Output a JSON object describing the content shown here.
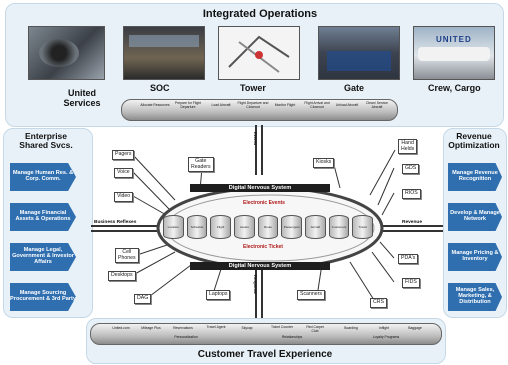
{
  "top_panel": {
    "title": "Integrated Operations",
    "labels": {
      "united_services": "United\nServices",
      "soc": "SOC",
      "tower": "Tower",
      "gate": "Gate",
      "crew_cargo": "Crew, Cargo",
      "united_logo": "UNITED"
    },
    "pipe_items": [
      "Allocate Resources",
      "Prepare for Flight Departure",
      "Load Aircraft",
      "Flight Departure and Closeout",
      "Monitor Flight",
      "Flight Arrival and Closeout",
      "Unload Aircraft",
      "Clean/ Service Aircraft"
    ]
  },
  "left_panel": {
    "title": "Enterprise\nShared Svcs.",
    "items": [
      "Manage Human Res. & Corp. Comm.",
      "Manage Financial Assets & Operations",
      "Manage Legal, Government & Investor Affairs",
      "Manage Sourcing Procurement & 3rd Party"
    ]
  },
  "right_panel": {
    "title": "Revenue\nOptimization",
    "items": [
      "Manage Revenue Recognition",
      "Develop & Manage Network",
      "Manage Pricing & Inventory",
      "Manage Sales, Marketing, & Distribution"
    ]
  },
  "center": {
    "nervous_system_top": "Digital Nervous System",
    "nervous_system_bottom": "Digital Nervous System",
    "electronic_events": "Electronic Events",
    "electronic_ticket": "Electronic Ticket",
    "business_reflexes": "Business Reflexes",
    "revenue": "Revenue",
    "events": "Events",
    "response": "Response",
    "databases": [
      "Location",
      "Schedule",
      "Flight",
      "Assets",
      "Route",
      "Passengers",
      "Aircraft",
      "Customers",
      "Travel"
    ],
    "nodes": {
      "pagers": "Pagers",
      "voice": "Voice",
      "video": "Video",
      "gate_readers": "Gate\nReaders",
      "cell_phones": "Cell\nPhones",
      "desktops": "Desktops",
      "dag": "DAG",
      "laptops": "Laptops",
      "kiosks": "Kiosks",
      "hand_helds": "Hand\nHelds",
      "gds": "GDS",
      "rios": "RIOS",
      "pdas": "PDA's",
      "fids": "FIDS",
      "scanners": "Scanners",
      "crs": "CRS"
    }
  },
  "bottom_panel": {
    "title": "Customer Travel Experience",
    "pipe_items": [
      "United.com",
      "Mileage Plus",
      "Reservations",
      "Travel Agent",
      "Skycap",
      "Ticket Counter",
      "Red Carpet Club",
      "Boarding",
      "Inflight",
      "Baggage"
    ],
    "pipe_sub": [
      "Personalization",
      "Relationships",
      "Loyalty Programs"
    ]
  },
  "colors": {
    "panel_bg": "#e8f1f8",
    "arrow_blue": "#2f6fb0",
    "pipe_gray": "#cfcfcf"
  }
}
